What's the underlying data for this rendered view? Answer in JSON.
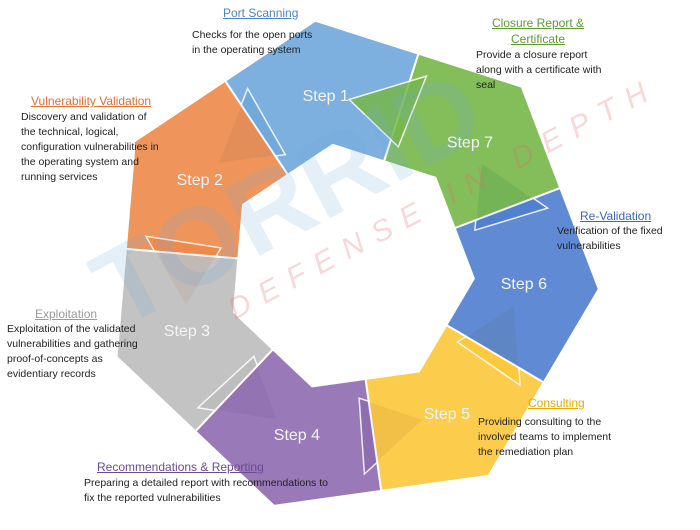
{
  "steps": [
    {
      "label": "Step 1",
      "title": "Port Scanning",
      "desc": "Checks for the open ports in the operating system",
      "color": "#6fa8dc",
      "title_color": "#4a86c8"
    },
    {
      "label": "Step 2",
      "title": "Vulnerability Validation",
      "desc": "Discovery and validation of the technical, logical, configuration vulnerabilities in the operating system and running services",
      "color": "#ee8a4a",
      "title_color": "#e0702a"
    },
    {
      "label": "Step 3",
      "title": "Exploitation",
      "desc": "Exploitation of the validated vulnerabilities and gathering proof-of-concepts as evidentiary records",
      "color": "#bdbdbd",
      "title_color": "#9a9a9a"
    },
    {
      "label": "Step 4",
      "title": "Recommendations & Reporting",
      "desc": "Preparing a detailed report with recommendations to fix the reported vulnerabilities",
      "color": "#8e6bb0",
      "title_color": "#6b4a96"
    },
    {
      "label": "Step 5",
      "title": "Consulting",
      "desc": "Providing consulting to the involved teams to implement the remediation plan",
      "color": "#fcc83a",
      "title_color": "#e8a800"
    },
    {
      "label": "Step 6",
      "title": "Re-Validation",
      "desc": "Verification of the fixed vulnerabilities",
      "color": "#4f7fd0",
      "title_color": "#3a66c0"
    },
    {
      "label": "Step 7",
      "title": "Closure Report & Certificate",
      "desc": "Provide a closure report along with a certificate with seal",
      "color": "#76b84a",
      "title_color": "#5a9e2e"
    }
  ],
  "watermark": {
    "brand": "TORRID",
    "tagline": "DEFENSE IN DEPTH"
  }
}
